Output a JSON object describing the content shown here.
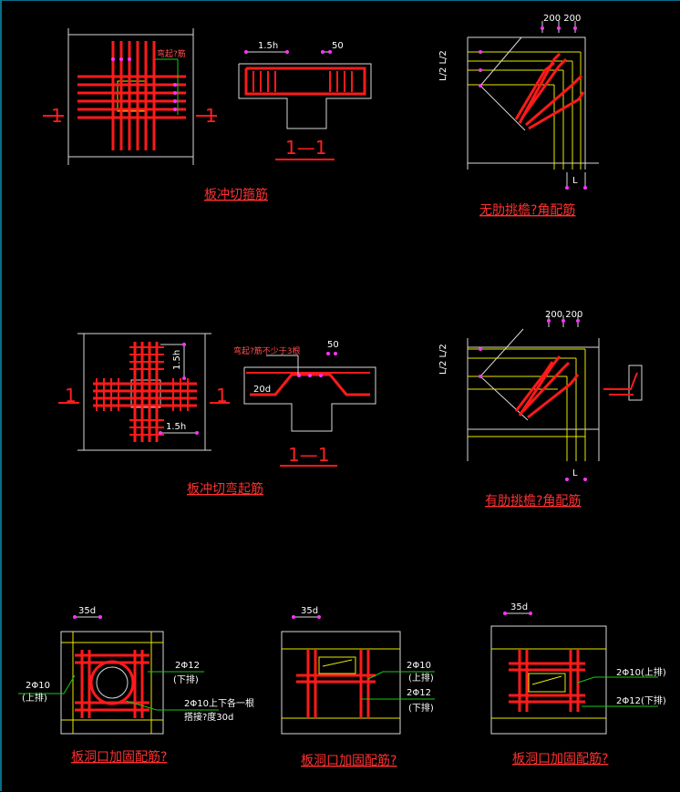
{
  "titles": {
    "t1": "板冲切箍筋",
    "t2": "无肋挑檐?角配筋",
    "t3": "板冲切弯起筋",
    "t4": "有肋挑檐?角配筋",
    "t5": "板洞口加固配筋?",
    "t6": "板洞口加固配筋?",
    "t7": "板洞口加固配筋?"
  },
  "labels": {
    "sec_1a": "1",
    "sec_1b": "1",
    "sec_11": "1—1",
    "dim_15h": "1.5h",
    "dim_50": "50",
    "hook_note": "弯起?筋",
    "l2": "L/2 L/2",
    "l": "L",
    "dim_200": "200 200",
    "sec_1c": "1",
    "sec_1d": "1",
    "sec_11b": "1—1",
    "dim_15h_b": "1.5h",
    "dim_15h_c": "1.5h",
    "bent_note": "弯起?筋不少于3根",
    "dim_50b": "50",
    "dim_20d": "20d",
    "l2b": "L/2 L/2",
    "lb": "L",
    "dim_200b": "200 200",
    "d35_a": "35d",
    "d35_b": "35d",
    "d35_c": "35d",
    "a_2010": "2Φ10",
    "a_top": "(上排)",
    "a_2012": "2Φ12",
    "a_bot": "(下排)",
    "a_ring": "2Φ10上下各一根",
    "a_ring2": "搭接?度30d",
    "b_2010": "2Φ10",
    "b_top": "(上排)",
    "b_2012": "2Φ12",
    "b_bot": "(下排)",
    "c_2010": "2Φ10(上排)",
    "c_2012": "2Φ12(下排)"
  },
  "colors": {
    "background": "#000000",
    "rebar": "#ff1a1a",
    "outline": "#d8d8d8",
    "aux": "#e8e800",
    "leader": "#18c818",
    "dim_marker": "#ff33ff"
  }
}
